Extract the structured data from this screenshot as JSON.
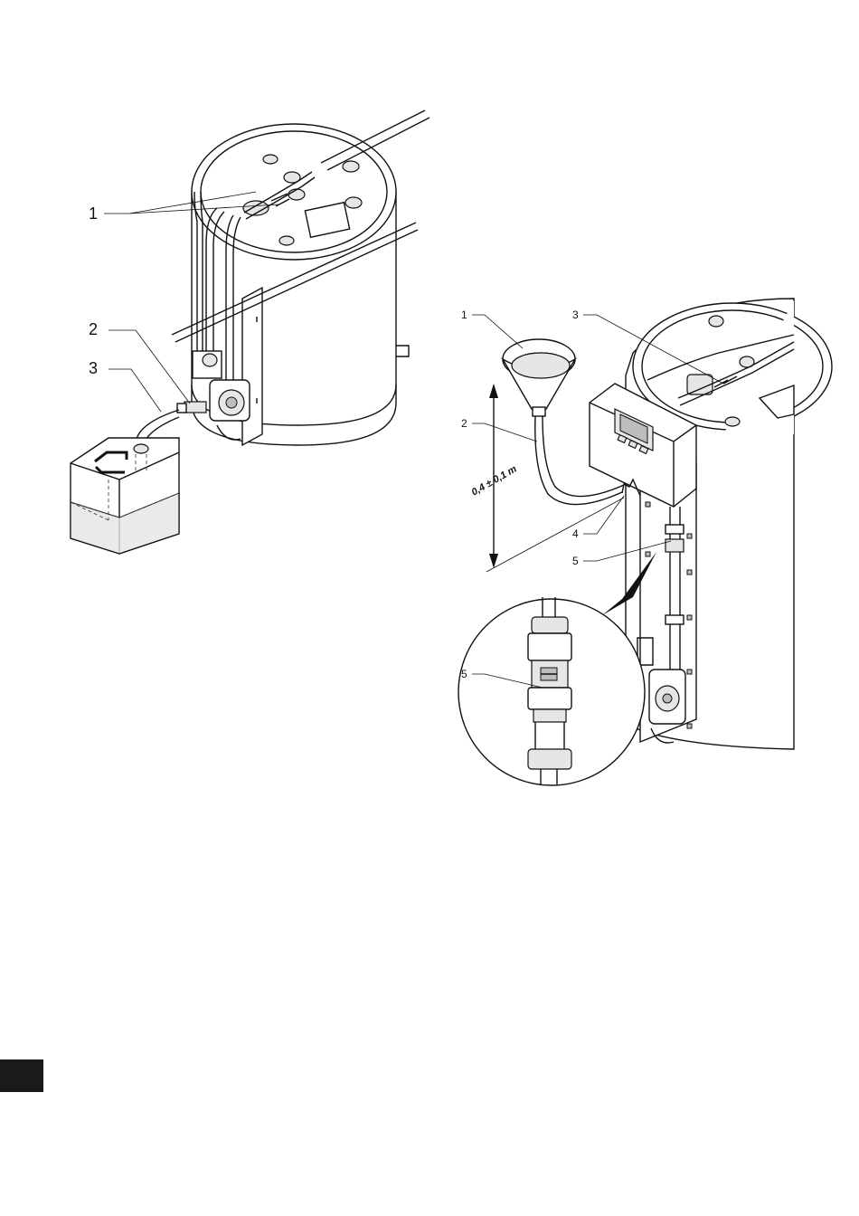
{
  "figure_left": {
    "callouts": [
      {
        "id": "1",
        "label": "1"
      },
      {
        "id": "2",
        "label": "2"
      },
      {
        "id": "3",
        "label": "3"
      }
    ],
    "icons": [
      "storage-tank",
      "pump",
      "hose",
      "canister"
    ]
  },
  "figure_right": {
    "callouts": [
      {
        "id": "1",
        "label": "1"
      },
      {
        "id": "2",
        "label": "2"
      },
      {
        "id": "3",
        "label": "3"
      },
      {
        "id": "4",
        "label": "4"
      },
      {
        "id": "5",
        "label": "5"
      }
    ],
    "detail_callout": {
      "label": "5"
    },
    "dimension": {
      "text": "0,4 ± 0,1 m"
    },
    "icons": [
      "storage-tank",
      "funnel",
      "controller",
      "flow-meter",
      "detail-magnifier"
    ]
  },
  "colors": {
    "line": "#111111",
    "tab": "#1a1a1a",
    "shade": "#e6e6e6"
  }
}
